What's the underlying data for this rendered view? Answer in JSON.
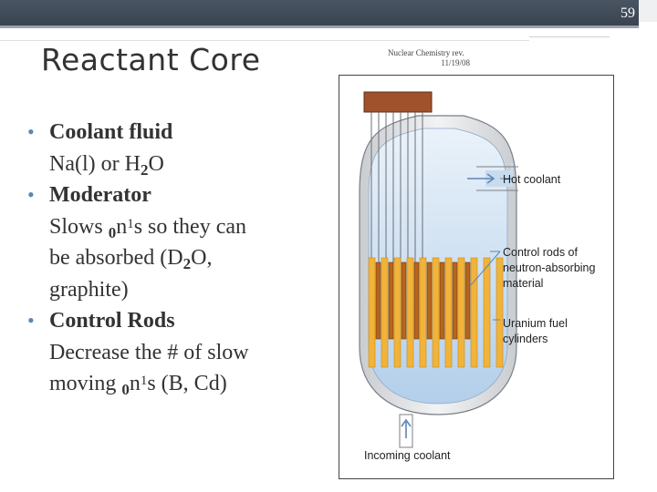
{
  "slide": {
    "number": "59",
    "title": "Reactant Core",
    "note_line1": "Nuclear Chemistry rev.",
    "note_line2": "11/19/08"
  },
  "bullets": [
    {
      "head": "Coolant fluid",
      "body_a": "Na(l) or H",
      "body_sub": "2",
      "body_b": "O"
    },
    {
      "head": "Moderator",
      "line1_a": "Slows ",
      "line1_sub": "0",
      "line1_b": "n",
      "line1_sup": "1",
      "line1_c": "s so they can",
      "line2_a": "be absorbed (D",
      "line2_sub": "2",
      "line2_b": "O,",
      "line3": "graphite)"
    },
    {
      "head": "Control Rods",
      "line1": "Decrease the # of slow",
      "line2_a": "moving ",
      "line2_sub": "0",
      "line2_b": "n",
      "line2_sup": "1",
      "line2_c": "s (B, Cd)"
    }
  ],
  "figure": {
    "label_hot": "Hot coolant",
    "label_rods_1": "Control rods of",
    "label_rods_2": "neutron-absorbing",
    "label_rods_3": "material",
    "label_fuel_1": "Uranium fuel",
    "label_fuel_2": "cylinders",
    "label_incoming": "Incoming coolant"
  },
  "colors": {
    "accent": "#5b87b5",
    "rod_brown": "#b5651d",
    "fuel_yellow": "#f2b33a",
    "coolant_blue": "#bcd6ee",
    "header_bar": "#4a5563"
  }
}
